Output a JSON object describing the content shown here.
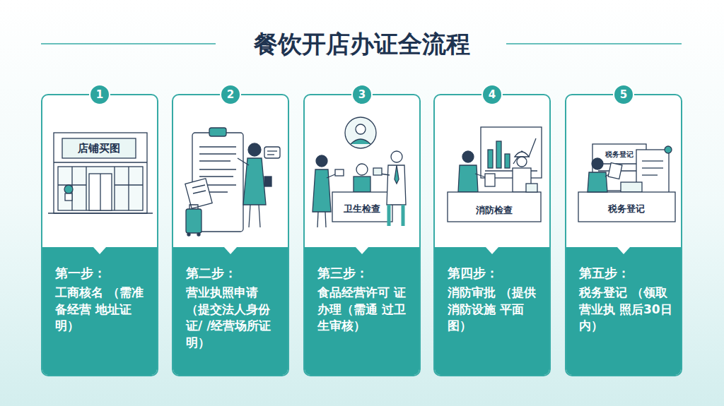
{
  "diagram": {
    "title": "餐饮开店办证全流程",
    "nodes": [
      {
        "text": [
          "第一步：",
          "工商核名 （需准备经营 地址证明）"
        ]
      },
      {
        "text": [
          "1"
        ],
        "in": 0
      },
      {
        "text": [
          "第二步：",
          "营业执照申请 （提交法人身份证/ /经营场所证明）"
        ]
      },
      {
        "text": [
          "2"
        ],
        "in": 2
      },
      {
        "text": [
          "第三步：",
          "食品经营许可 证办理（需通 过卫生审核）"
        ]
      },
      {
        "text": [
          "3"
        ],
        "in": 4
      },
      {
        "text": [
          "第四步：",
          "消防审批 （提供消防设施 平面图）"
        ]
      },
      {
        "text": [
          "4"
        ],
        "in": 6
      },
      {
        "text": [
          "第五步：",
          "税务登记 （领取营业执 照后30日内）"
        ]
      },
      {
        "text": [
          "5"
        ],
        "in": 8
      }
    ],
    "labels": [
      "店铺买图",
      "卫生检查",
      "消防检查",
      "税务登记",
      "税务登记"
    ]
  }
}
